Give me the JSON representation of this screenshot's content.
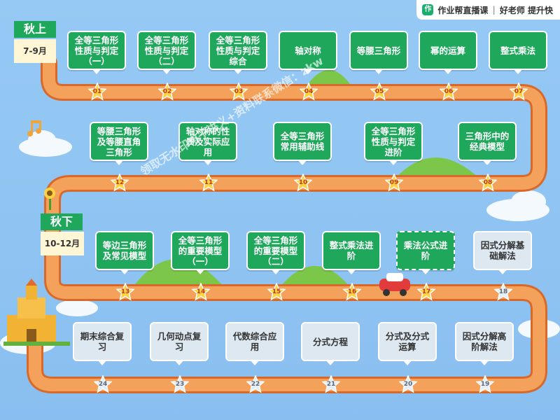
{
  "brand": {
    "logo": "作",
    "name": "作业帮直播课",
    "slogan": "好老师 提升快"
  },
  "terms": [
    {
      "title": "秋上",
      "months": "7-9月"
    },
    {
      "title": "秋下",
      "months": "10-12月"
    }
  ],
  "lessons": [
    {
      "num": "01",
      "title": "全等三角形性质与判定（一）",
      "state": "green"
    },
    {
      "num": "02",
      "title": "全等三角形性质与判定（二）",
      "state": "green"
    },
    {
      "num": "03",
      "title": "全等三角形性质与判定综合",
      "state": "green"
    },
    {
      "num": "04",
      "title": "轴对称",
      "state": "green"
    },
    {
      "num": "05",
      "title": "等腰三角形",
      "state": "green"
    },
    {
      "num": "06",
      "title": "幂的运算",
      "state": "green"
    },
    {
      "num": "07",
      "title": "整式乘法",
      "state": "green"
    },
    {
      "num": "08",
      "title": "三角形中的经典模型",
      "state": "green"
    },
    {
      "num": "09",
      "title": "全等三角形性质与判定进阶",
      "state": "green"
    },
    {
      "num": "10",
      "title": "全等三角形常用辅助线",
      "state": "green"
    },
    {
      "num": "11",
      "title": "轴对称的性质及实际应用",
      "state": "green"
    },
    {
      "num": "12",
      "title": "等腰三角形及等腰直角三角形",
      "state": "green"
    },
    {
      "num": "13",
      "title": "等边三角形及常见模型",
      "state": "green"
    },
    {
      "num": "14",
      "title": "全等三角形的重要模型（一）",
      "state": "green"
    },
    {
      "num": "15",
      "title": "全等三角形的重要模型（二）",
      "state": "green"
    },
    {
      "num": "16",
      "title": "整式乘法进阶",
      "state": "green"
    },
    {
      "num": "17",
      "title": "乘法公式进阶",
      "state": "green"
    },
    {
      "num": "18",
      "title": "因式分解基础解法",
      "state": "grey"
    },
    {
      "num": "19",
      "title": "因式分解高阶解法",
      "state": "grey"
    },
    {
      "num": "20",
      "title": "分式及分式运算",
      "state": "grey"
    },
    {
      "num": "21",
      "title": "分式方程",
      "state": "grey"
    },
    {
      "num": "22",
      "title": "代数综合应用",
      "state": "grey"
    },
    {
      "num": "23",
      "title": "几何动点复习",
      "state": "grey"
    },
    {
      "num": "24",
      "title": "期末综合复习",
      "state": "grey"
    }
  ],
  "watermark": "领取无水印电子讲义+资料联系微信：zkw",
  "colors": {
    "road": "#f08a3e",
    "road_edge": "#d9692a",
    "card_green": "#1fa85c",
    "card_grey": "#dde8f0",
    "star": "#ffd23f",
    "sky": "#8fc4f2"
  }
}
